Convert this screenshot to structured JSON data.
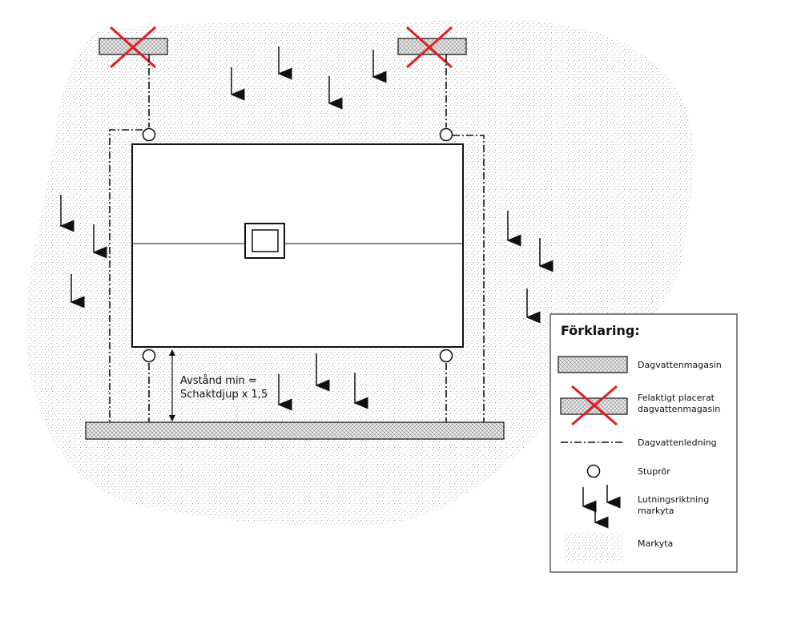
{
  "annotation": {
    "line1": "Avstånd min =",
    "line2": "Schaktdjup x 1,5"
  },
  "legend": {
    "title": "Förklaring:",
    "items": {
      "magasin": "Dagvattenmagasin",
      "felaktigt_line1": "Felaktigt placerat",
      "felaktigt_line2": "dagvattenmagasin",
      "ledning": "Dagvattenledning",
      "stupror": "Stuprör",
      "lutning_line1": "Lutningsriktning",
      "lutning_line2": "markyta",
      "markyta": "Markyta"
    }
  },
  "colors": {
    "cross": "#e02020",
    "stroke": "#111111",
    "ground_dots": "#8a8a8a"
  }
}
